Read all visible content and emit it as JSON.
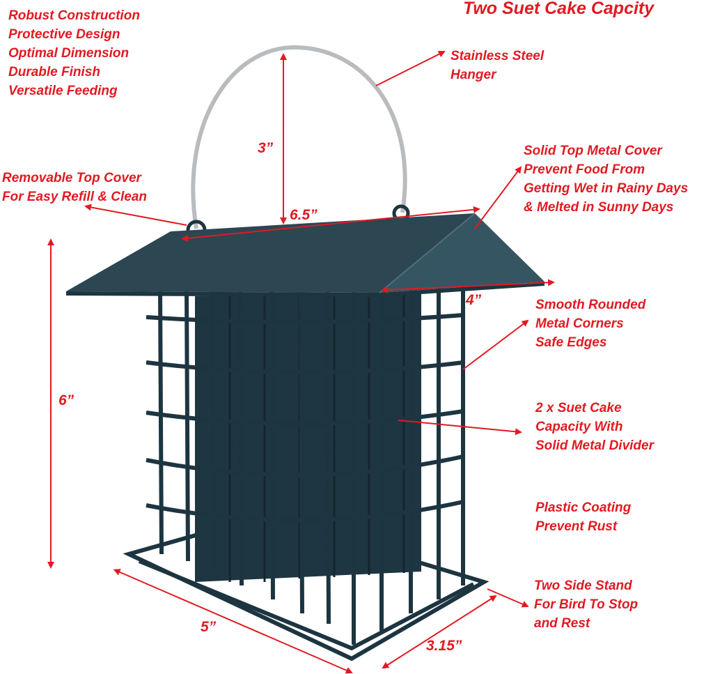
{
  "title": "Two Suet Cake Capcity",
  "features": [
    "Robust Construction",
    "Protective Design",
    "Optimal Dimension",
    "Durable Finish",
    "Versatile Feeding"
  ],
  "callouts": {
    "hanger": [
      "Stainless Steel",
      "Hanger"
    ],
    "removable_cover": [
      "Removable Top Cover",
      "For Easy Refill & Clean"
    ],
    "solid_top": [
      "Solid Top Metal Cover",
      "Prevent Food From",
      "Getting Wet in Rainy Days",
      "& Melted in Sunny Days"
    ],
    "corners": [
      "Smooth Rounded",
      "Metal Corners",
      "Safe Edges"
    ],
    "capacity": [
      "2 x Suet Cake",
      "Capacity With",
      "Solid Metal Divider"
    ],
    "coating": [
      "Plastic Coating",
      "Prevent Rust"
    ],
    "stand": [
      "Two Side Stand",
      "For Bird To Stop",
      "and Rest"
    ]
  },
  "dimensions": {
    "hanger_height": "3”",
    "roof_width": "6.5”",
    "roof_depth": "4”",
    "body_height": "6”",
    "base_width": "5”",
    "base_depth": "3.15”"
  },
  "colors": {
    "accent": "#e11a22",
    "feeder": "#1d3540",
    "hanger": "#b8bcbf"
  }
}
